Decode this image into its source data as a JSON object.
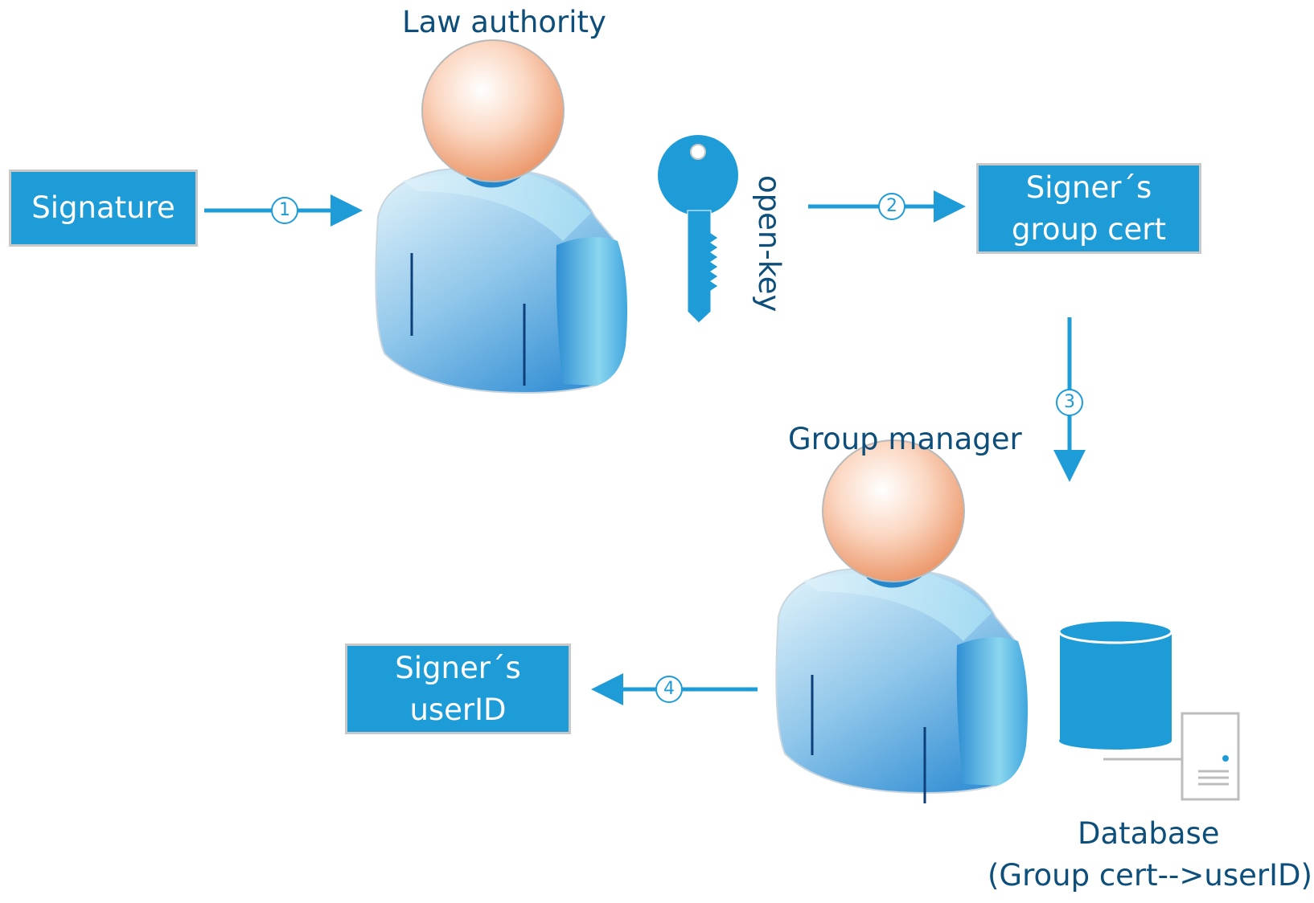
{
  "labels": {
    "law_authority": "Law authority",
    "open_key": "open-key",
    "group_manager": "Group manager",
    "database_line1": "Database",
    "database_line2": "(Group cert-->userID)"
  },
  "boxes": {
    "signature": "Signature",
    "group_cert_line1": "Signer´s",
    "group_cert_line2": "group cert",
    "userid_line1": "Signer´s",
    "userid_line2": "userID"
  },
  "steps": [
    "1",
    "2",
    "3",
    "4"
  ],
  "colors": {
    "accent": "#1e9cd8",
    "text_dark": "#0d4f7a",
    "box_border": "#c8c8c8",
    "skin": "#f4a57c"
  },
  "icons": {
    "person": "person-icon",
    "key": "key-icon",
    "database": "database-icon",
    "server": "server-icon"
  }
}
